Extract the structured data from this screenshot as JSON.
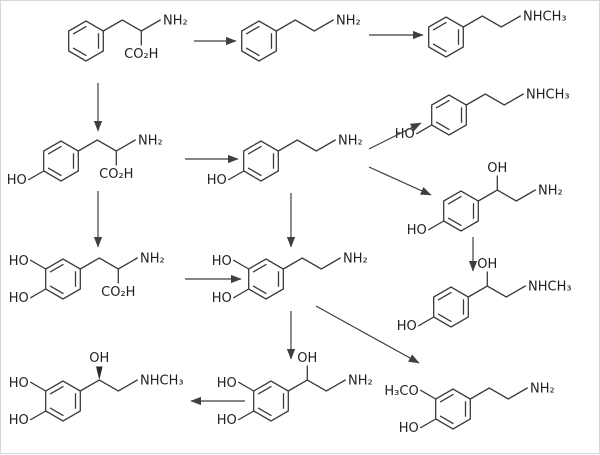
{
  "diagram": {
    "kind": "chemical-reaction-scheme",
    "molecules": [
      {
        "id": "phenylalanine",
        "groups": {
          "amine": "NH₂",
          "acid": "CO₂H"
        }
      },
      {
        "id": "phenethylamine",
        "groups": {
          "amine": "NH₂"
        }
      },
      {
        "id": "n-methylphenethylamine",
        "groups": {
          "amine": "NHCH₃"
        }
      },
      {
        "id": "tyrosine",
        "groups": {
          "amine": "NH₂",
          "acid": "CO₂H",
          "para_oh": "HO"
        }
      },
      {
        "id": "tyramine",
        "groups": {
          "amine": "NH₂",
          "para_oh": "HO"
        }
      },
      {
        "id": "n-methyltyramine",
        "groups": {
          "amine": "NHCH₃",
          "para_oh": "HO"
        }
      },
      {
        "id": "octopamine",
        "groups": {
          "amine": "NH₂",
          "beta_oh": "OH",
          "para_oh": "HO"
        }
      },
      {
        "id": "dopa",
        "groups": {
          "amine": "NH₂",
          "acid": "CO₂H",
          "meta_oh": "HO",
          "para_oh": "HO"
        }
      },
      {
        "id": "dopamine",
        "groups": {
          "amine": "NH₂",
          "meta_oh": "HO",
          "para_oh": "HO"
        }
      },
      {
        "id": "synephrine",
        "groups": {
          "amine": "NHCH₃",
          "beta_oh": "OH",
          "para_oh": "HO"
        }
      },
      {
        "id": "epinephrine",
        "groups": {
          "amine": "NHCH₃",
          "beta_oh": "OH",
          "meta_oh": "HO",
          "para_oh": "HO"
        }
      },
      {
        "id": "norepinephrine",
        "groups": {
          "amine": "NH₂",
          "beta_oh": "OH",
          "meta_oh": "HO",
          "para_oh": "HO"
        }
      },
      {
        "id": "3-methoxytyramine",
        "groups": {
          "amine": "NH₂",
          "meta_och3": "H₃CO",
          "para_oh": "HO"
        }
      }
    ],
    "reactions": [
      {
        "from": "phenylalanine",
        "to": "phenethylamine"
      },
      {
        "from": "phenethylamine",
        "to": "n-methylphenethylamine"
      },
      {
        "from": "phenylalanine",
        "to": "tyrosine"
      },
      {
        "from": "tyrosine",
        "to": "tyramine"
      },
      {
        "from": "tyramine",
        "to": "n-methyltyramine"
      },
      {
        "from": "tyramine",
        "to": "octopamine"
      },
      {
        "from": "tyrosine",
        "to": "dopa"
      },
      {
        "from": "tyramine",
        "to": "dopamine"
      },
      {
        "from": "dopa",
        "to": "dopamine"
      },
      {
        "from": "octopamine",
        "to": "synephrine"
      },
      {
        "from": "dopamine",
        "to": "norepinephrine"
      },
      {
        "from": "dopamine",
        "to": "3-methoxytyramine"
      },
      {
        "from": "norepinephrine",
        "to": "epinephrine"
      }
    ]
  }
}
